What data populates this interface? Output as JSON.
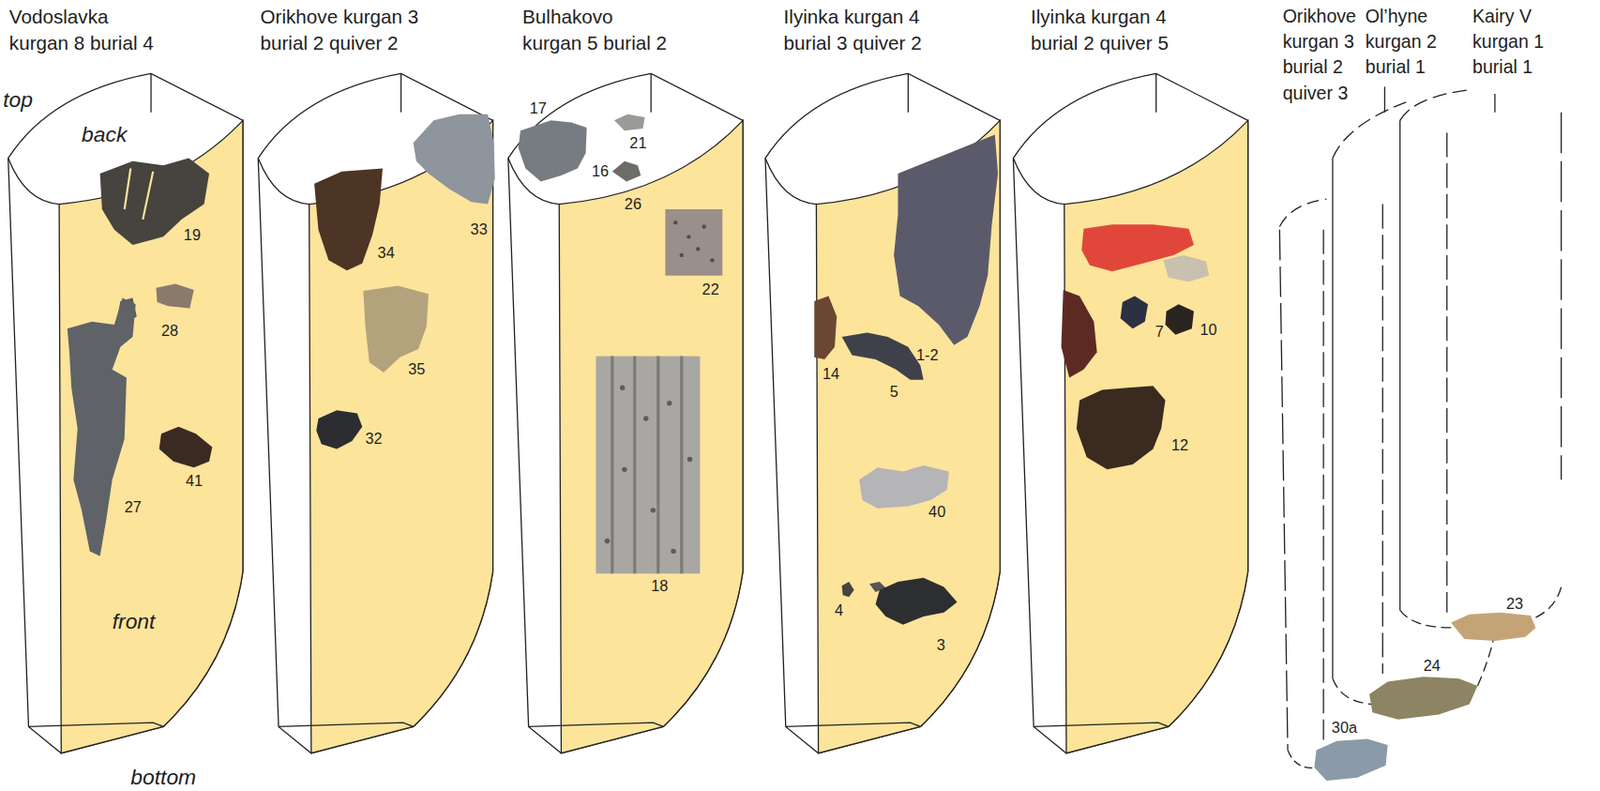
{
  "diagram": {
    "labels": [
      "Vodoslavka kurgan 8 burial 4",
      "Orikhove kurgan 3 burial 2 quiver 2",
      "Bulhakovo kurgan 5 burial 2",
      "Ilyinka kurgan 4 burial 3 quiver 2",
      "Ilyinka kurgan 4 burial 2 quiver 5",
      "Orikhove kurgan 3 burial 2 quiver 3",
      "Ol’hyne kurgan 2 burial 1",
      "Kairy V kurgan 1 burial 1",
      "top",
      "back",
      "front",
      "bottom",
      "19",
      "28",
      "27",
      "41",
      "34",
      "33",
      "35",
      "32",
      "17",
      "21",
      "16",
      "26",
      "22",
      "18",
      "1-2",
      "14",
      "5",
      "40",
      "4",
      "3",
      "7",
      "10",
      "12",
      "23",
      "24",
      "30a"
    ]
  }
}
